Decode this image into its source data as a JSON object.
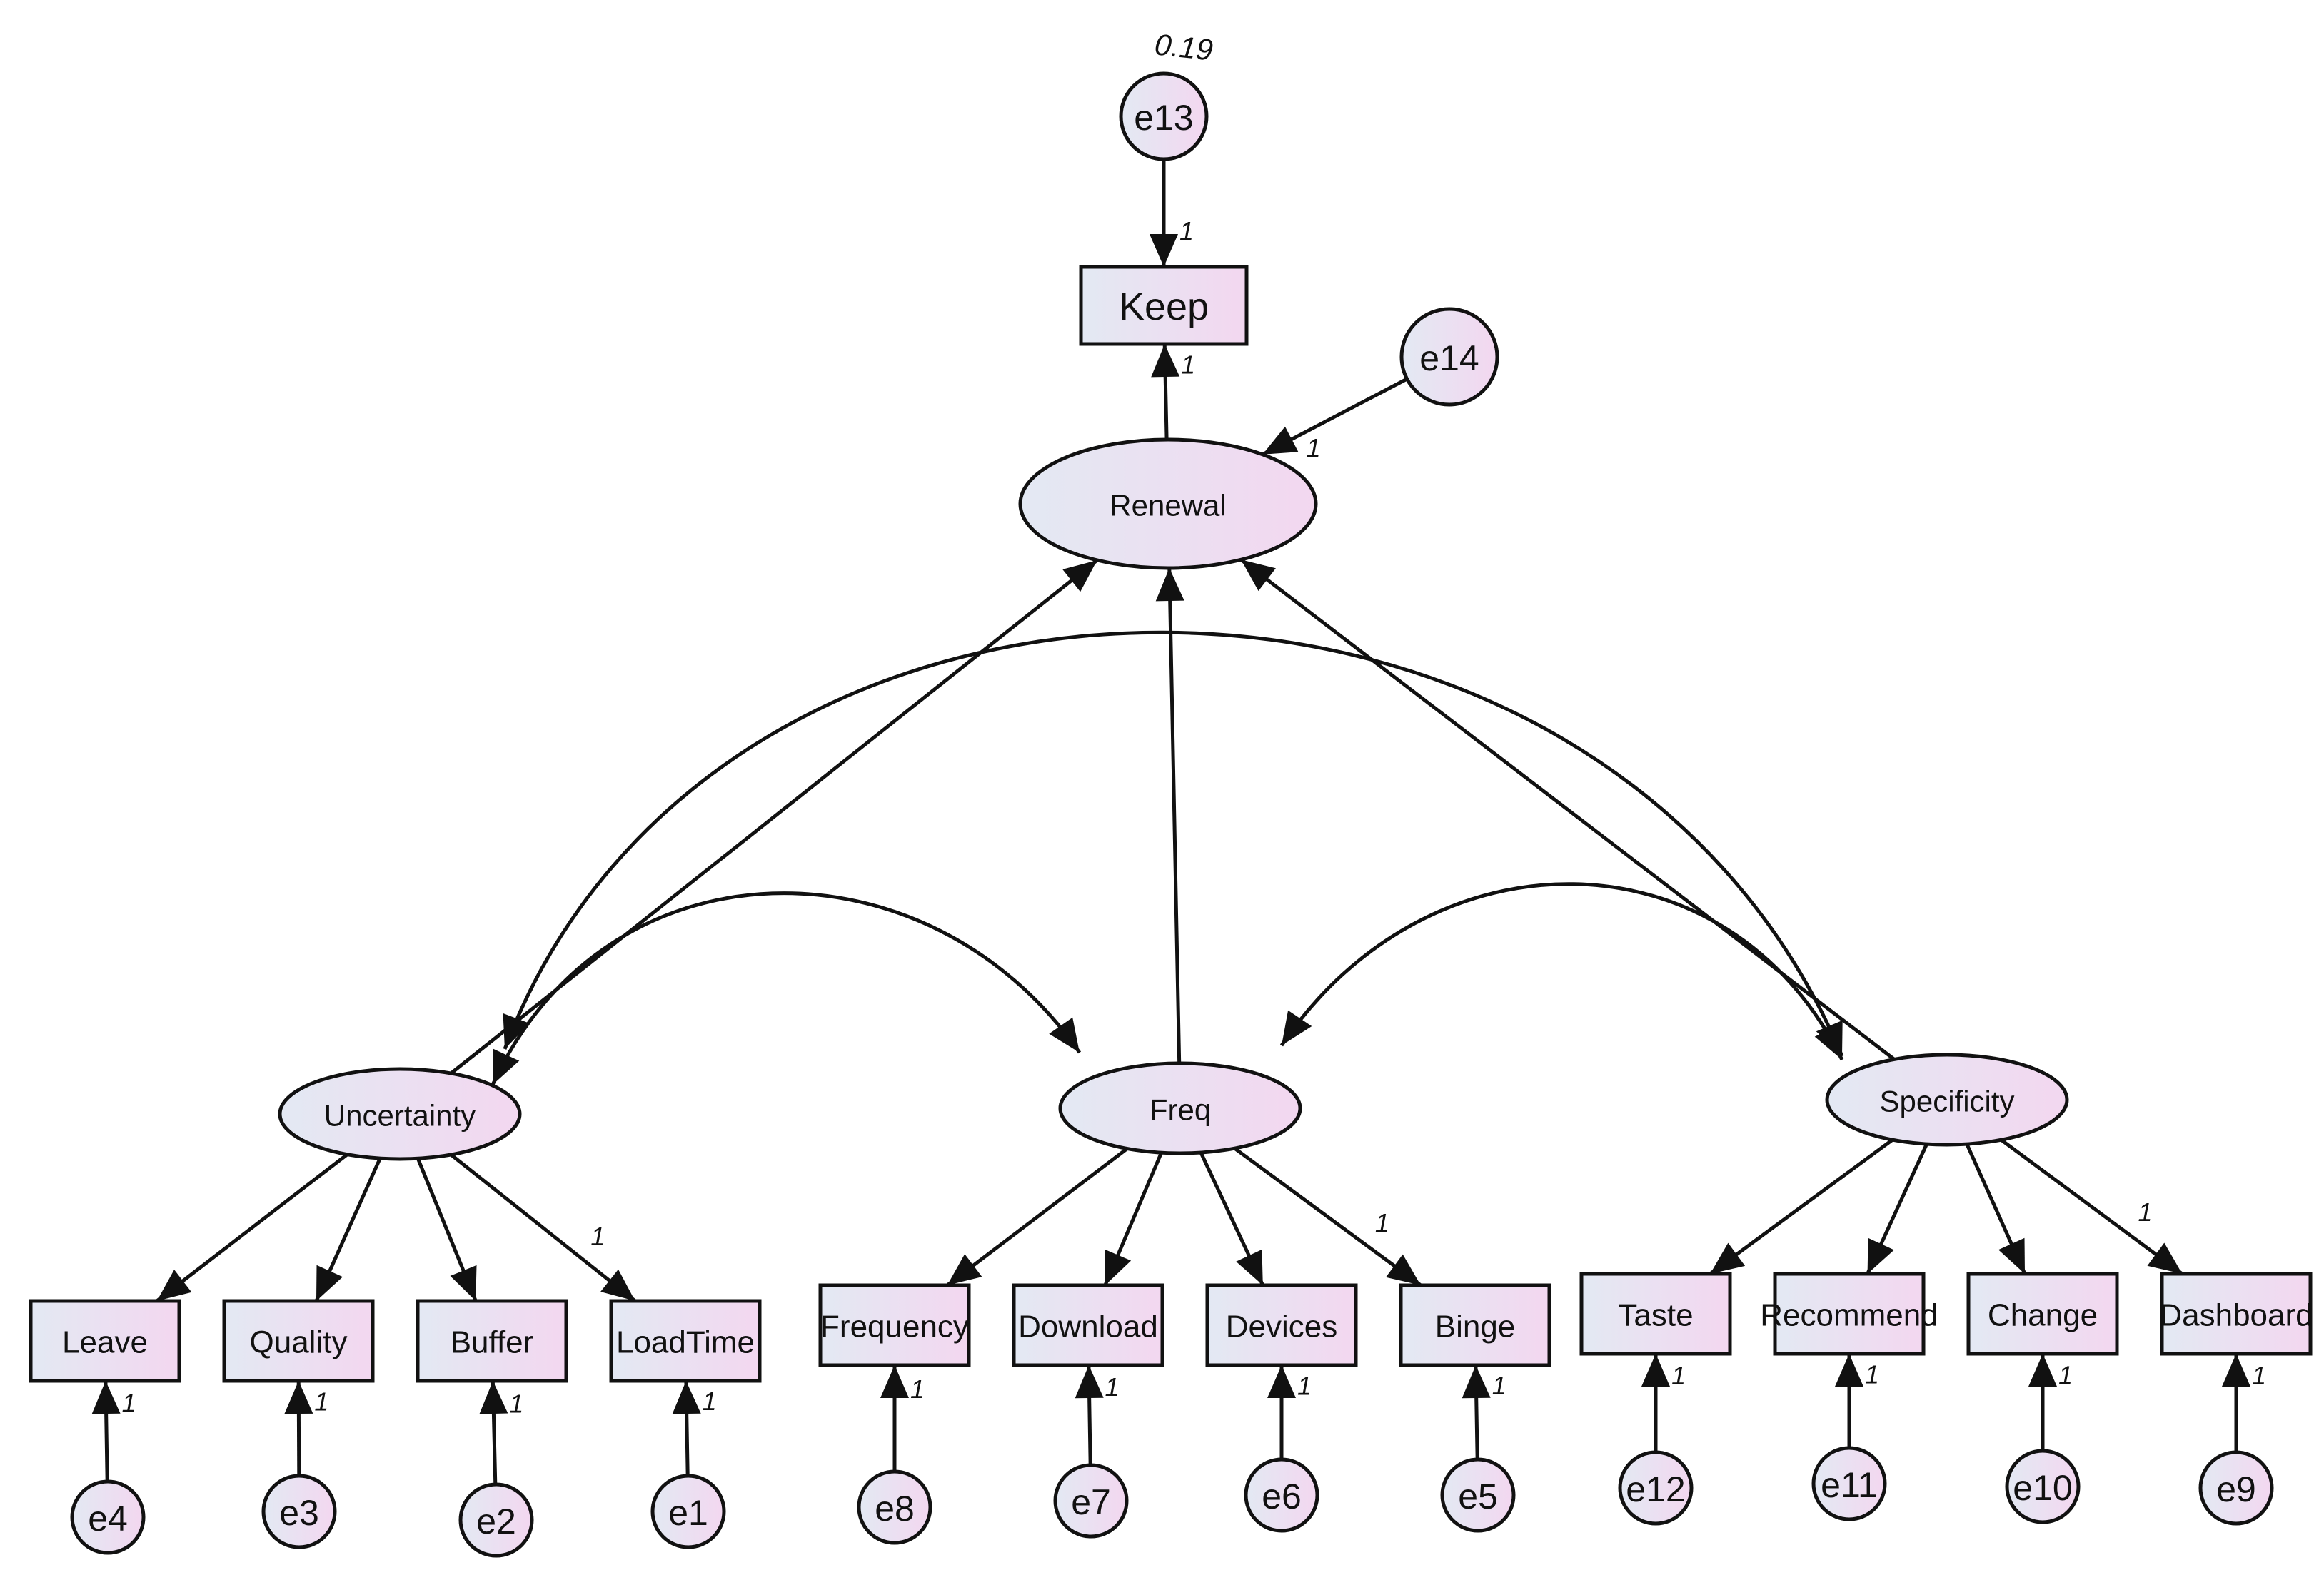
{
  "diagram": {
    "colors": {
      "fill_start": "#e3e9f3",
      "fill_end": "#f3d7f0",
      "stroke": "#111111"
    },
    "variance_label": "0.19",
    "nodes": [
      {
        "id": "e13",
        "label": "e13",
        "kind": "error"
      },
      {
        "id": "Keep",
        "label": "Keep",
        "kind": "observed"
      },
      {
        "id": "e14",
        "label": "e14",
        "kind": "error"
      },
      {
        "id": "Renewal",
        "label": "Renewal",
        "kind": "latent"
      },
      {
        "id": "Uncertainty",
        "label": "Uncertainty",
        "kind": "latent"
      },
      {
        "id": "Freq",
        "label": "Freq",
        "kind": "latent"
      },
      {
        "id": "Specificity",
        "label": "Specificity",
        "kind": "latent"
      },
      {
        "id": "Leave",
        "label": "Leave",
        "kind": "observed"
      },
      {
        "id": "Quality",
        "label": "Quality",
        "kind": "observed"
      },
      {
        "id": "Buffer",
        "label": "Buffer",
        "kind": "observed"
      },
      {
        "id": "LoadTime",
        "label": "LoadTime",
        "kind": "observed"
      },
      {
        "id": "Frequency",
        "label": "Frequency",
        "kind": "observed"
      },
      {
        "id": "Download",
        "label": "Download",
        "kind": "observed"
      },
      {
        "id": "Devices",
        "label": "Devices",
        "kind": "observed"
      },
      {
        "id": "Binge",
        "label": "Binge",
        "kind": "observed"
      },
      {
        "id": "Taste",
        "label": "Taste",
        "kind": "observed"
      },
      {
        "id": "Recommend",
        "label": "Recommend",
        "kind": "observed"
      },
      {
        "id": "Change",
        "label": "Change",
        "kind": "observed"
      },
      {
        "id": "Dashboard",
        "label": "Dashboard",
        "kind": "observed"
      },
      {
        "id": "e4",
        "label": "e4",
        "kind": "error"
      },
      {
        "id": "e3",
        "label": "e3",
        "kind": "error"
      },
      {
        "id": "e2",
        "label": "e2",
        "kind": "error"
      },
      {
        "id": "e1",
        "label": "e1",
        "kind": "error"
      },
      {
        "id": "e8",
        "label": "e8",
        "kind": "error"
      },
      {
        "id": "e7",
        "label": "e7",
        "kind": "error"
      },
      {
        "id": "e6",
        "label": "e6",
        "kind": "error"
      },
      {
        "id": "e5",
        "label": "e5",
        "kind": "error"
      },
      {
        "id": "e12",
        "label": "e12",
        "kind": "error"
      },
      {
        "id": "e11",
        "label": "e11",
        "kind": "error"
      },
      {
        "id": "e10",
        "label": "e10",
        "kind": "error"
      },
      {
        "id": "e9",
        "label": "e9",
        "kind": "error"
      }
    ],
    "paths": [
      {
        "from": "e13",
        "to": "Keep",
        "label": "1"
      },
      {
        "from": "Renewal",
        "to": "Keep",
        "label": "1"
      },
      {
        "from": "e14",
        "to": "Renewal",
        "label": "1"
      },
      {
        "from": "Uncertainty",
        "to": "Renewal",
        "label": ""
      },
      {
        "from": "Freq",
        "to": "Renewal",
        "label": ""
      },
      {
        "from": "Specificity",
        "to": "Renewal",
        "label": ""
      },
      {
        "from": "Uncertainty",
        "to": "Leave",
        "label": ""
      },
      {
        "from": "Uncertainty",
        "to": "Quality",
        "label": ""
      },
      {
        "from": "Uncertainty",
        "to": "Buffer",
        "label": ""
      },
      {
        "from": "Uncertainty",
        "to": "LoadTime",
        "label": "1"
      },
      {
        "from": "Freq",
        "to": "Frequency",
        "label": ""
      },
      {
        "from": "Freq",
        "to": "Download",
        "label": ""
      },
      {
        "from": "Freq",
        "to": "Devices",
        "label": ""
      },
      {
        "from": "Freq",
        "to": "Binge",
        "label": "1"
      },
      {
        "from": "Specificity",
        "to": "Taste",
        "label": ""
      },
      {
        "from": "Specificity",
        "to": "Recommend",
        "label": ""
      },
      {
        "from": "Specificity",
        "to": "Change",
        "label": ""
      },
      {
        "from": "Specificity",
        "to": "Dashboard",
        "label": "1"
      },
      {
        "from": "e4",
        "to": "Leave",
        "label": "1"
      },
      {
        "from": "e3",
        "to": "Quality",
        "label": "1"
      },
      {
        "from": "e2",
        "to": "Buffer",
        "label": "1"
      },
      {
        "from": "e1",
        "to": "LoadTime",
        "label": "1"
      },
      {
        "from": "e8",
        "to": "Frequency",
        "label": "1"
      },
      {
        "from": "e7",
        "to": "Download",
        "label": "1"
      },
      {
        "from": "e6",
        "to": "Devices",
        "label": "1"
      },
      {
        "from": "e5",
        "to": "Binge",
        "label": "1"
      },
      {
        "from": "e12",
        "to": "Taste",
        "label": "1"
      },
      {
        "from": "e11",
        "to": "Recommend",
        "label": "1"
      },
      {
        "from": "e10",
        "to": "Change",
        "label": "1"
      },
      {
        "from": "e9",
        "to": "Dashboard",
        "label": "1"
      }
    ],
    "covariances": [
      {
        "between": [
          "Uncertainty",
          "Specificity"
        ]
      },
      {
        "between": [
          "Uncertainty",
          "Freq"
        ]
      },
      {
        "between": [
          "Freq",
          "Specificity"
        ]
      }
    ]
  }
}
